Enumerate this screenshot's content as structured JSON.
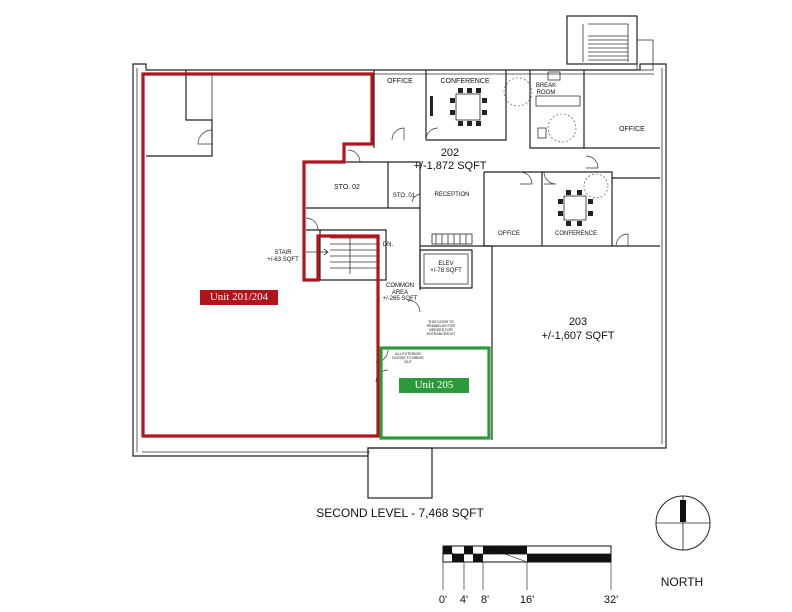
{
  "colors": {
    "unit_201_204_outline": "#b3141c",
    "unit_205_outline": "#2a9a3a",
    "wall": "#222222"
  },
  "rooms": {
    "office_north": "OFFICE",
    "conference_north": "CONFERENCE",
    "break_room": "BREAK\nROOM",
    "office_ne": "OFFICE",
    "sto_02": "STO. 02",
    "sto_01": "STO. 01",
    "reception": "RECEPTION",
    "office_mid": "OFFICE",
    "conference_mid": "CONFERENCE",
    "stair": "STAIR\n+/-63 SQFT",
    "stair_dn": "DN.",
    "elev": "ELEV\n+/-78 SQFT",
    "common_area": "COMMON\nAREA\n+/-265 SQFT",
    "note_door": "THIS DOOR TO\nREMAIN AS FOR\nNEEDED FOR\nENTRANCE/EXIT",
    "note_wall": "ALL EXTERIOR\nDOORS TO BRING\nOUT"
  },
  "units": {
    "u202_number": "202",
    "u202_area": "+/-1,872 SQFT",
    "u203_number": "203",
    "u203_area": "+/-1,607 SQFT",
    "u201_204_badge": "Unit 201/204",
    "u205_badge": "Unit 205"
  },
  "footer": {
    "level_title": "SECOND LEVEL - 7,468 SQFT",
    "scale_labels": [
      "0'",
      "4'",
      "8'",
      "16'",
      "32'"
    ],
    "north_label": "NORTH"
  },
  "icons": {
    "north_arrow": "north-arrow-icon",
    "scale_bar": "scale-bar-icon"
  }
}
